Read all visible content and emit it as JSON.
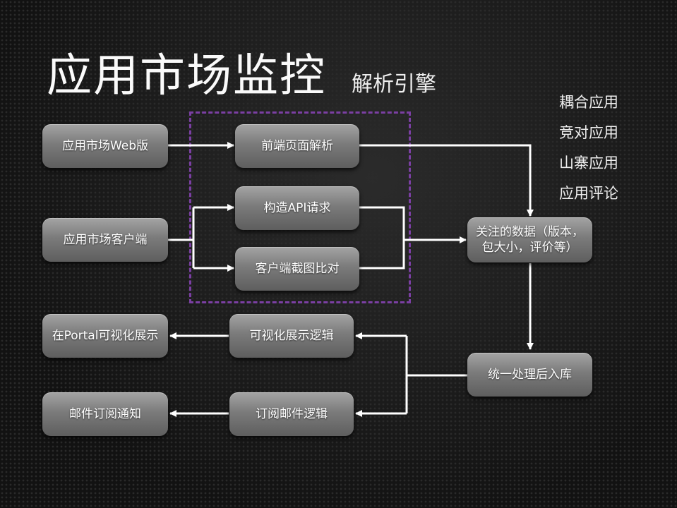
{
  "title": "应用市场监控",
  "subtitle": "解析引擎",
  "side_list": [
    "耦合应用",
    "竞对应用",
    "山寨应用",
    "应用评论"
  ],
  "boxes": {
    "web": "应用市场Web版",
    "client": "应用市场客户端",
    "frontend_parse": "前端页面解析",
    "api_request": "构造API请求",
    "screenshot_compare": "客户端截图比对",
    "focus_data_line1": "关注的数据（版本，",
    "focus_data_line2": "包大小，评价等）",
    "unified_store": "统一处理后入库",
    "visual_logic": "可视化展示逻辑",
    "subscribe_logic": "订阅邮件逻辑",
    "portal_visual": "在Portal可视化展示",
    "email_notify": "邮件订阅通知"
  },
  "colors": {
    "dashed_border": "#7b3fa3",
    "arrow": "#ffffff",
    "box_top": "#a4a4a4",
    "box_bottom": "#5e5e5e"
  }
}
